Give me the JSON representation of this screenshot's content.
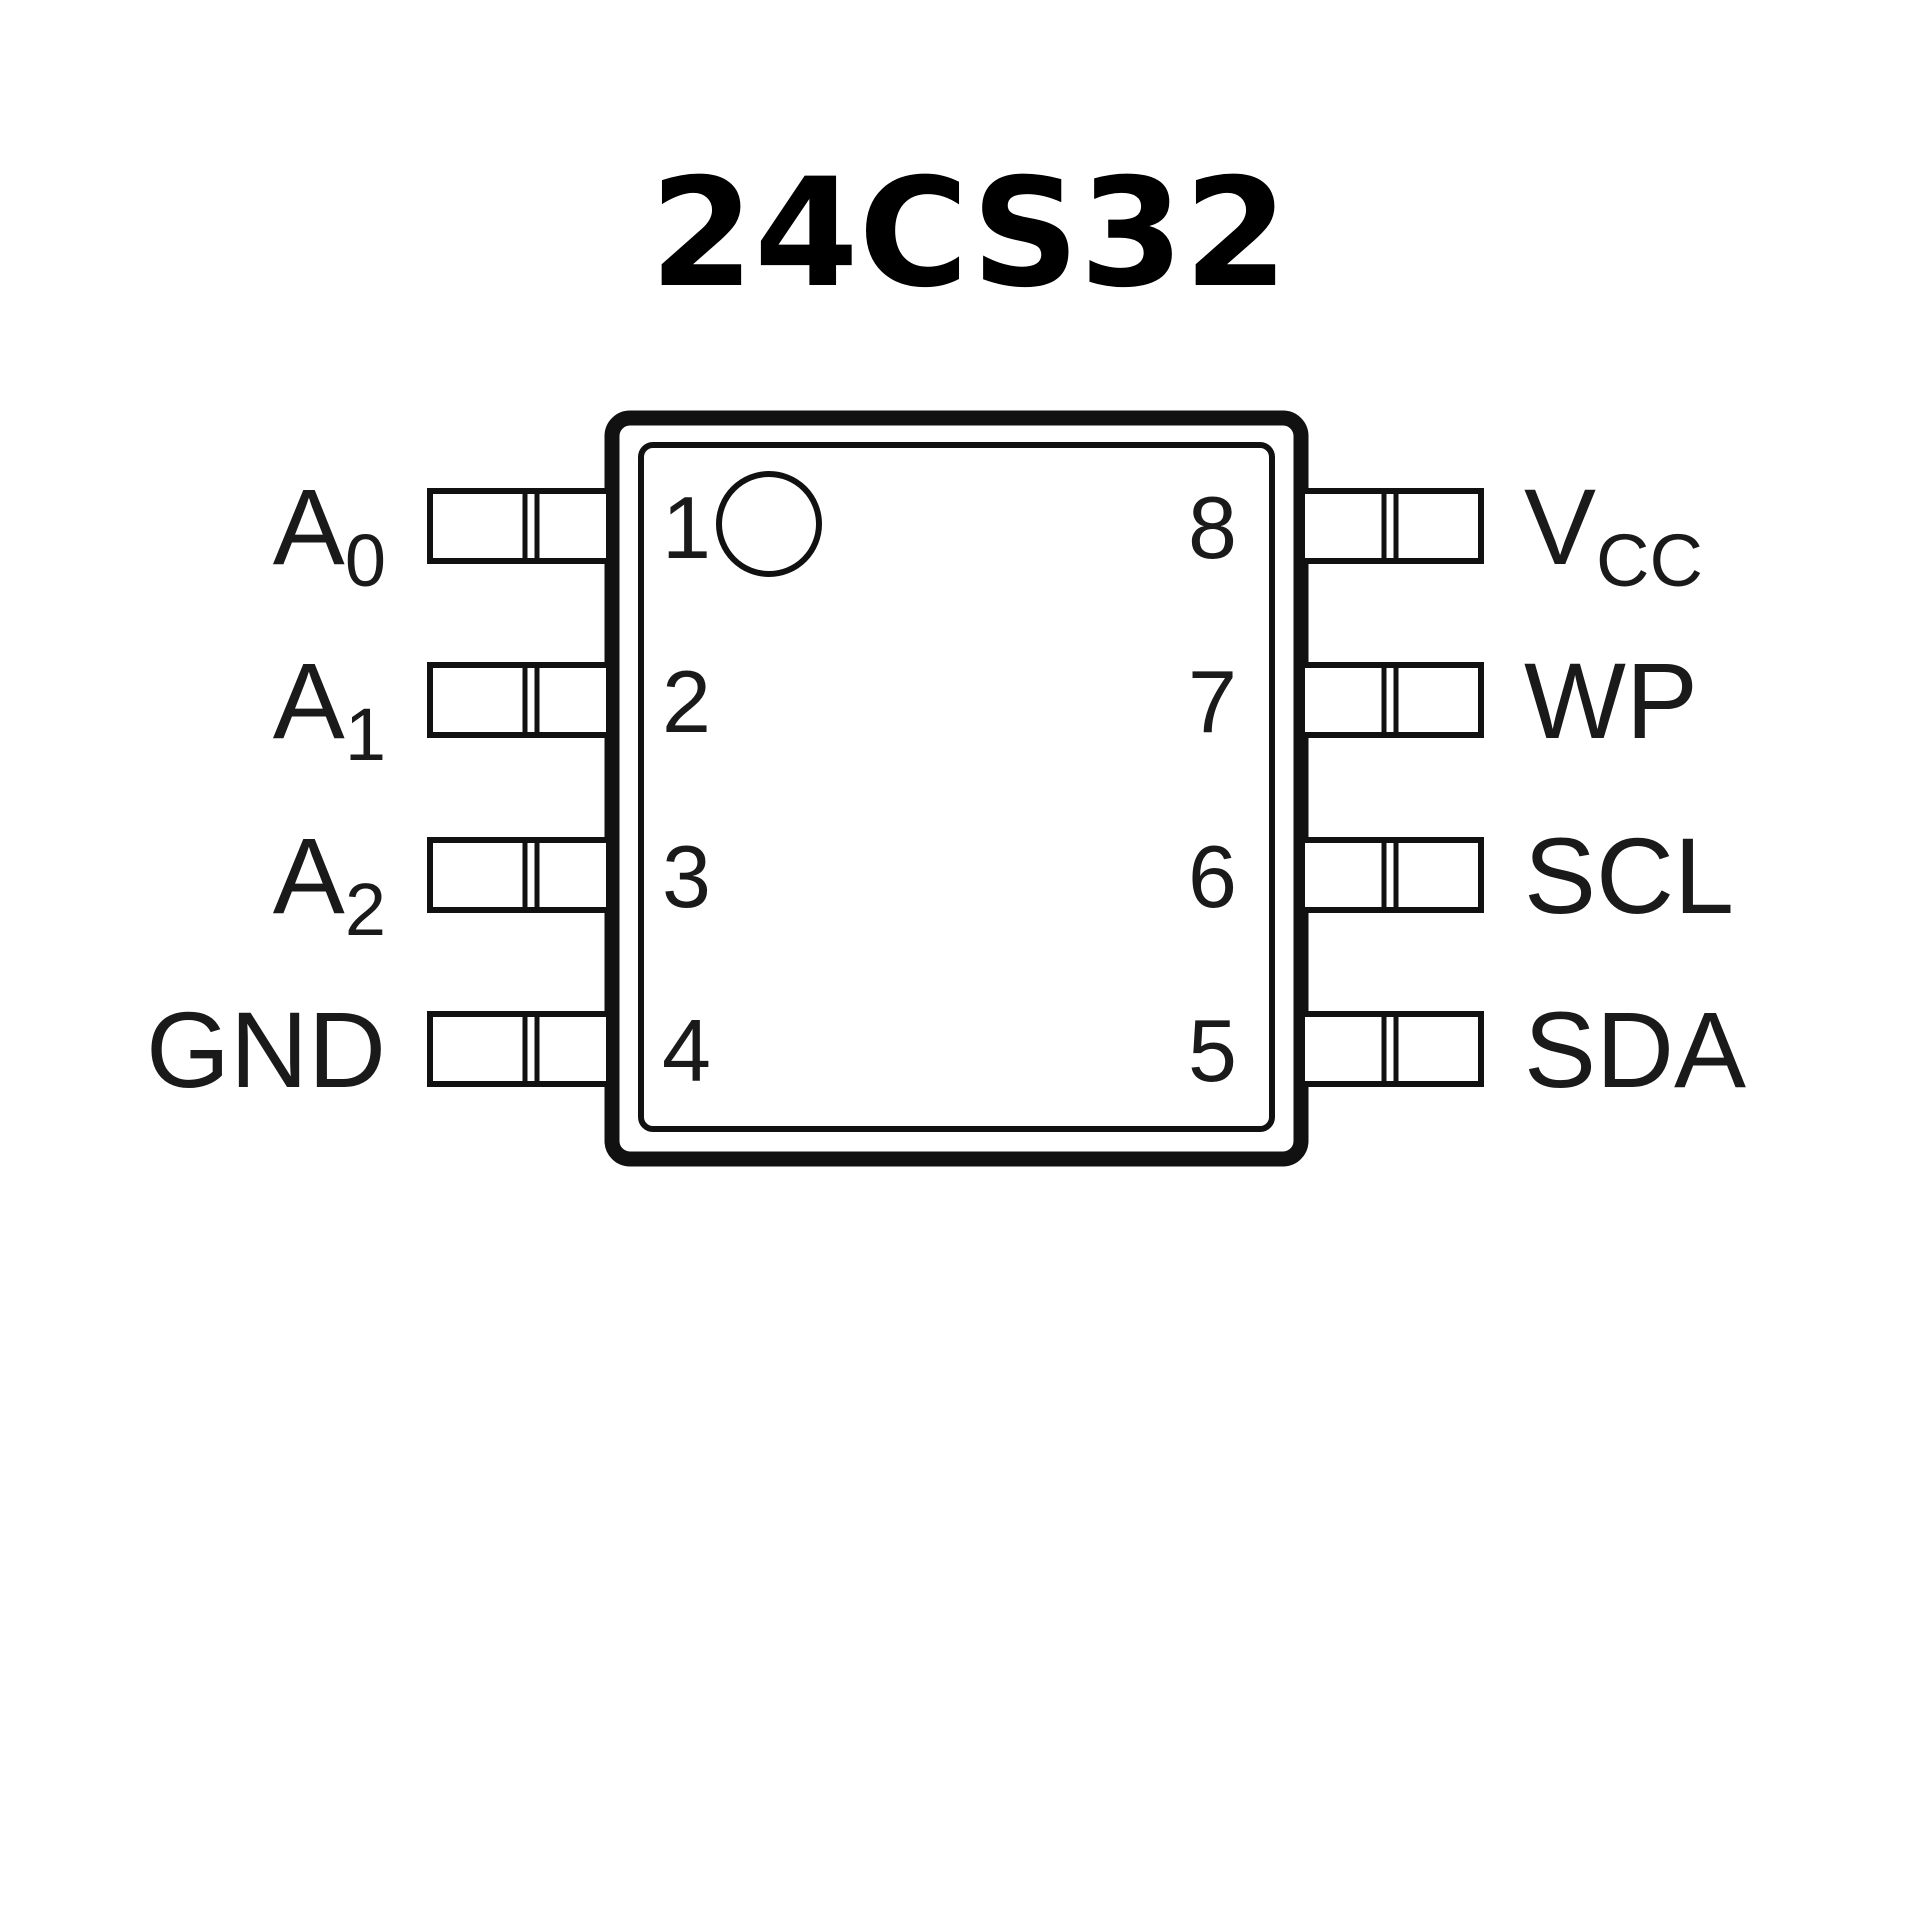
{
  "title": "24CS32",
  "left_pins": [
    {
      "number": "1",
      "label": "A",
      "sub": "0"
    },
    {
      "number": "2",
      "label": "A",
      "sub": "1"
    },
    {
      "number": "3",
      "label": "A",
      "sub": "2"
    },
    {
      "number": "4",
      "label": "GND",
      "sub": ""
    }
  ],
  "right_pins": [
    {
      "number": "8",
      "label": "V",
      "sub": "CC"
    },
    {
      "number": "7",
      "label": "WP",
      "sub": ""
    },
    {
      "number": "6",
      "label": "SCL",
      "sub": ""
    },
    {
      "number": "5",
      "label": "SDA",
      "sub": ""
    }
  ]
}
